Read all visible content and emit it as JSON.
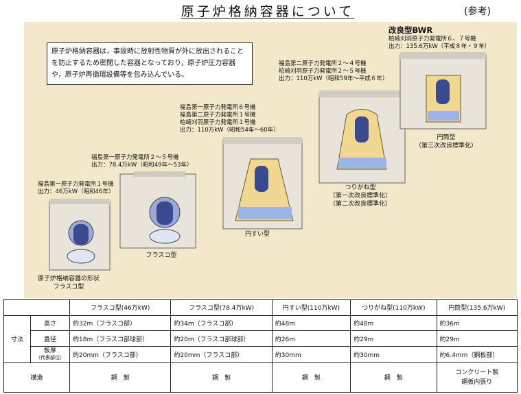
{
  "title": "原子炉格納容器について",
  "reference": "(参考)",
  "note": "原子炉格納容器は，事故時に放射性物質が外に放出されることを防止するため密閉した容器となっており，原子炉圧力容器や，原子炉再循環設備等を包み込んでいる。",
  "captions": {
    "abwr_title": "改良型BWR",
    "abwr_plants": "柏崎刈羽原子力発電所６、７号機",
    "abwr_output": "出力：135.6万kW（平成８年・９年）",
    "mk2i_plants": "福島第二原子力発電所２～４号機\n柏崎刈羽原子力発電所２～５号機",
    "mk2i_output": "出力：110万kW（昭和59年～平成６年）",
    "mk2_plants": "福島第一原子力発電所６号機\n福島第二原子力発電所１号機\n柏崎刈羽原子力発電所１号機",
    "mk2_output": "出力：110万kW（昭和54年～60年）",
    "mk1b_plants": "福島第一原子力発電所２～５号機",
    "mk1b_output": "出力：78.4万kW（昭和49年～53年）",
    "mk1a_plants": "福島第一原子力発電所１号機",
    "mk1a_output": "出力：46万kW（昭和46年）"
  },
  "labels": {
    "cyl": "円筒型\n（第三次改良標準化）",
    "bell": "つりがね型\n（第一次改良標準化）\n（第二次改良標準化）",
    "cone": "円すい型",
    "flask": "フラスコ型",
    "shape": "原子炉格納容器の形状\nフラスコ型"
  },
  "table": {
    "headers": [
      "フラスコ型(46万kW)",
      "フラスコ型(78.4万kW)",
      "円すい型(110万kW)",
      "つりがね型(110万kW)",
      "円筒型(135.6万kW)"
    ],
    "dims_label": "寸法",
    "rows": [
      {
        "label": "高さ",
        "values": [
          "約32m（フラスコ部）",
          "約34m（フラスコ部）",
          "約48m",
          "約48m",
          "約36m"
        ]
      },
      {
        "label": "直径",
        "values": [
          "約18m（フラスコ部球部）",
          "約20m（フラスコ部球部）",
          "約26m",
          "約29m",
          "約29m"
        ]
      },
      {
        "label": "板厚",
        "sublabel": "（代表部位）",
        "values": [
          "約20mm（フラスコ部）",
          "約20mm（フラスコ部）",
          "約30mm",
          "約30mm",
          "約6.4mm（鋼板部）"
        ]
      }
    ],
    "structure_label": "構造",
    "structure": [
      "鋼　製",
      "鋼　製",
      "鋼　製",
      "鋼　製",
      "コンクリート製\n鋼板内張り"
    ]
  }
}
